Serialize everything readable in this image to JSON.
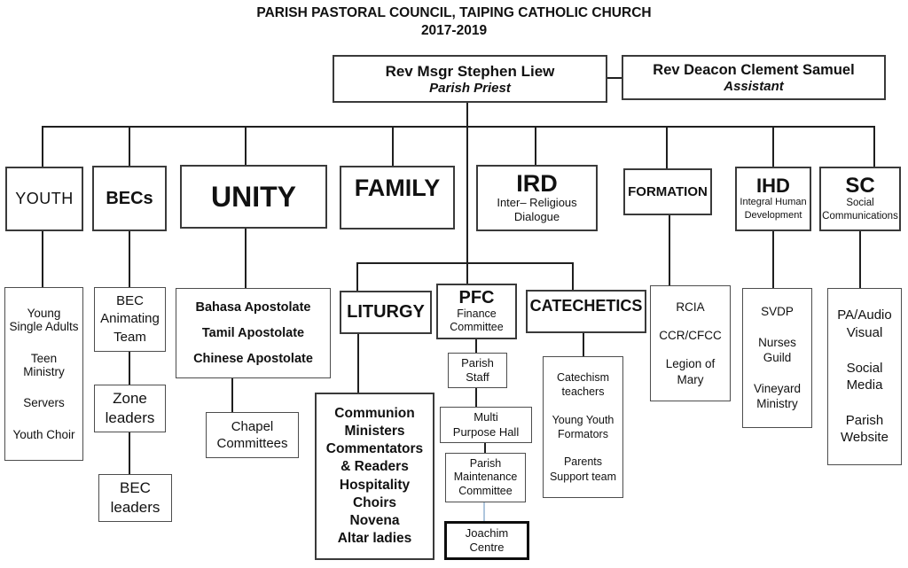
{
  "title": {
    "line1": "PARISH PASTORAL COUNCIL, TAIPING CATHOLIC CHURCH",
    "line2": "2017-2019"
  },
  "leadership": {
    "parish_priest": {
      "name": "Rev Msgr Stephen Liew",
      "role": "Parish Priest"
    },
    "assistant": {
      "name": "Rev Deacon Clement Samuel",
      "role": "Assistant"
    }
  },
  "departments": {
    "youth": {
      "label": "YOUTH"
    },
    "becs": {
      "label": "BECs"
    },
    "unity": {
      "label": "UNITY"
    },
    "family": {
      "label": "FAMILY"
    },
    "ird": {
      "label": "IRD",
      "subtitle": "Inter– Religious\nDialogue"
    },
    "formation": {
      "label": "FORMATION"
    },
    "ihd": {
      "label": "IHD",
      "subtitle": "Integral Human\nDevelopment"
    },
    "sc": {
      "label": "SC",
      "subtitle": "Social\nCommunications"
    }
  },
  "ministries": {
    "youth_sub": {
      "items": [
        "Young\nSingle Adults",
        "Teen\nMinistry",
        "Servers",
        "Youth Choir"
      ]
    },
    "bec_animating": {
      "label": "BEC\nAnimating\nTeam"
    },
    "zone_leaders": {
      "label": "Zone\nleaders"
    },
    "bec_leaders": {
      "label": "BEC\nleaders"
    },
    "unity_sub": {
      "items": [
        "Bahasa Apostolate",
        "Tamil Apostolate",
        "Chinese Apostolate"
      ]
    },
    "chapel": {
      "label": "Chapel\nCommittees"
    },
    "liturgy": {
      "label": "LITURGY"
    },
    "liturgy_sub": {
      "items": [
        "Communion\nMinisters",
        "Commentators\n& Readers",
        "Hospitality",
        "Choirs",
        "Novena",
        "Altar ladies"
      ]
    },
    "pfc": {
      "label": "PFC",
      "subtitle": "Finance\nCommittee"
    },
    "parish_staff": {
      "label": "Parish\nStaff"
    },
    "multi_purpose_hall": {
      "label": "Multi\nPurpose Hall"
    },
    "maintenance": {
      "label": "Parish\nMaintenance\nCommittee"
    },
    "joachim": {
      "label": "Joachim\nCentre"
    },
    "catechetics": {
      "label": "CATECHETICS"
    },
    "catechetics_sub": {
      "items": [
        "Catechism\nteachers",
        "Young Youth\nFormators",
        "Parents\nSupport team"
      ]
    },
    "formation_sub": {
      "items": [
        "RCIA",
        "CCR/CFCC",
        "Legion of\nMary"
      ]
    },
    "ihd_sub": {
      "items": [
        "SVDP",
        "Nurses\nGuild",
        "Vineyard\nMinistry"
      ]
    },
    "sc_sub": {
      "items": [
        "PA/Audio\nVisual",
        "Social\nMedia",
        "Parish\nWebsite"
      ]
    }
  },
  "colors": {
    "line": "#1f1f1f",
    "border": "#4d4d4d",
    "maintenance_joachim_link": "#aec6dd"
  }
}
